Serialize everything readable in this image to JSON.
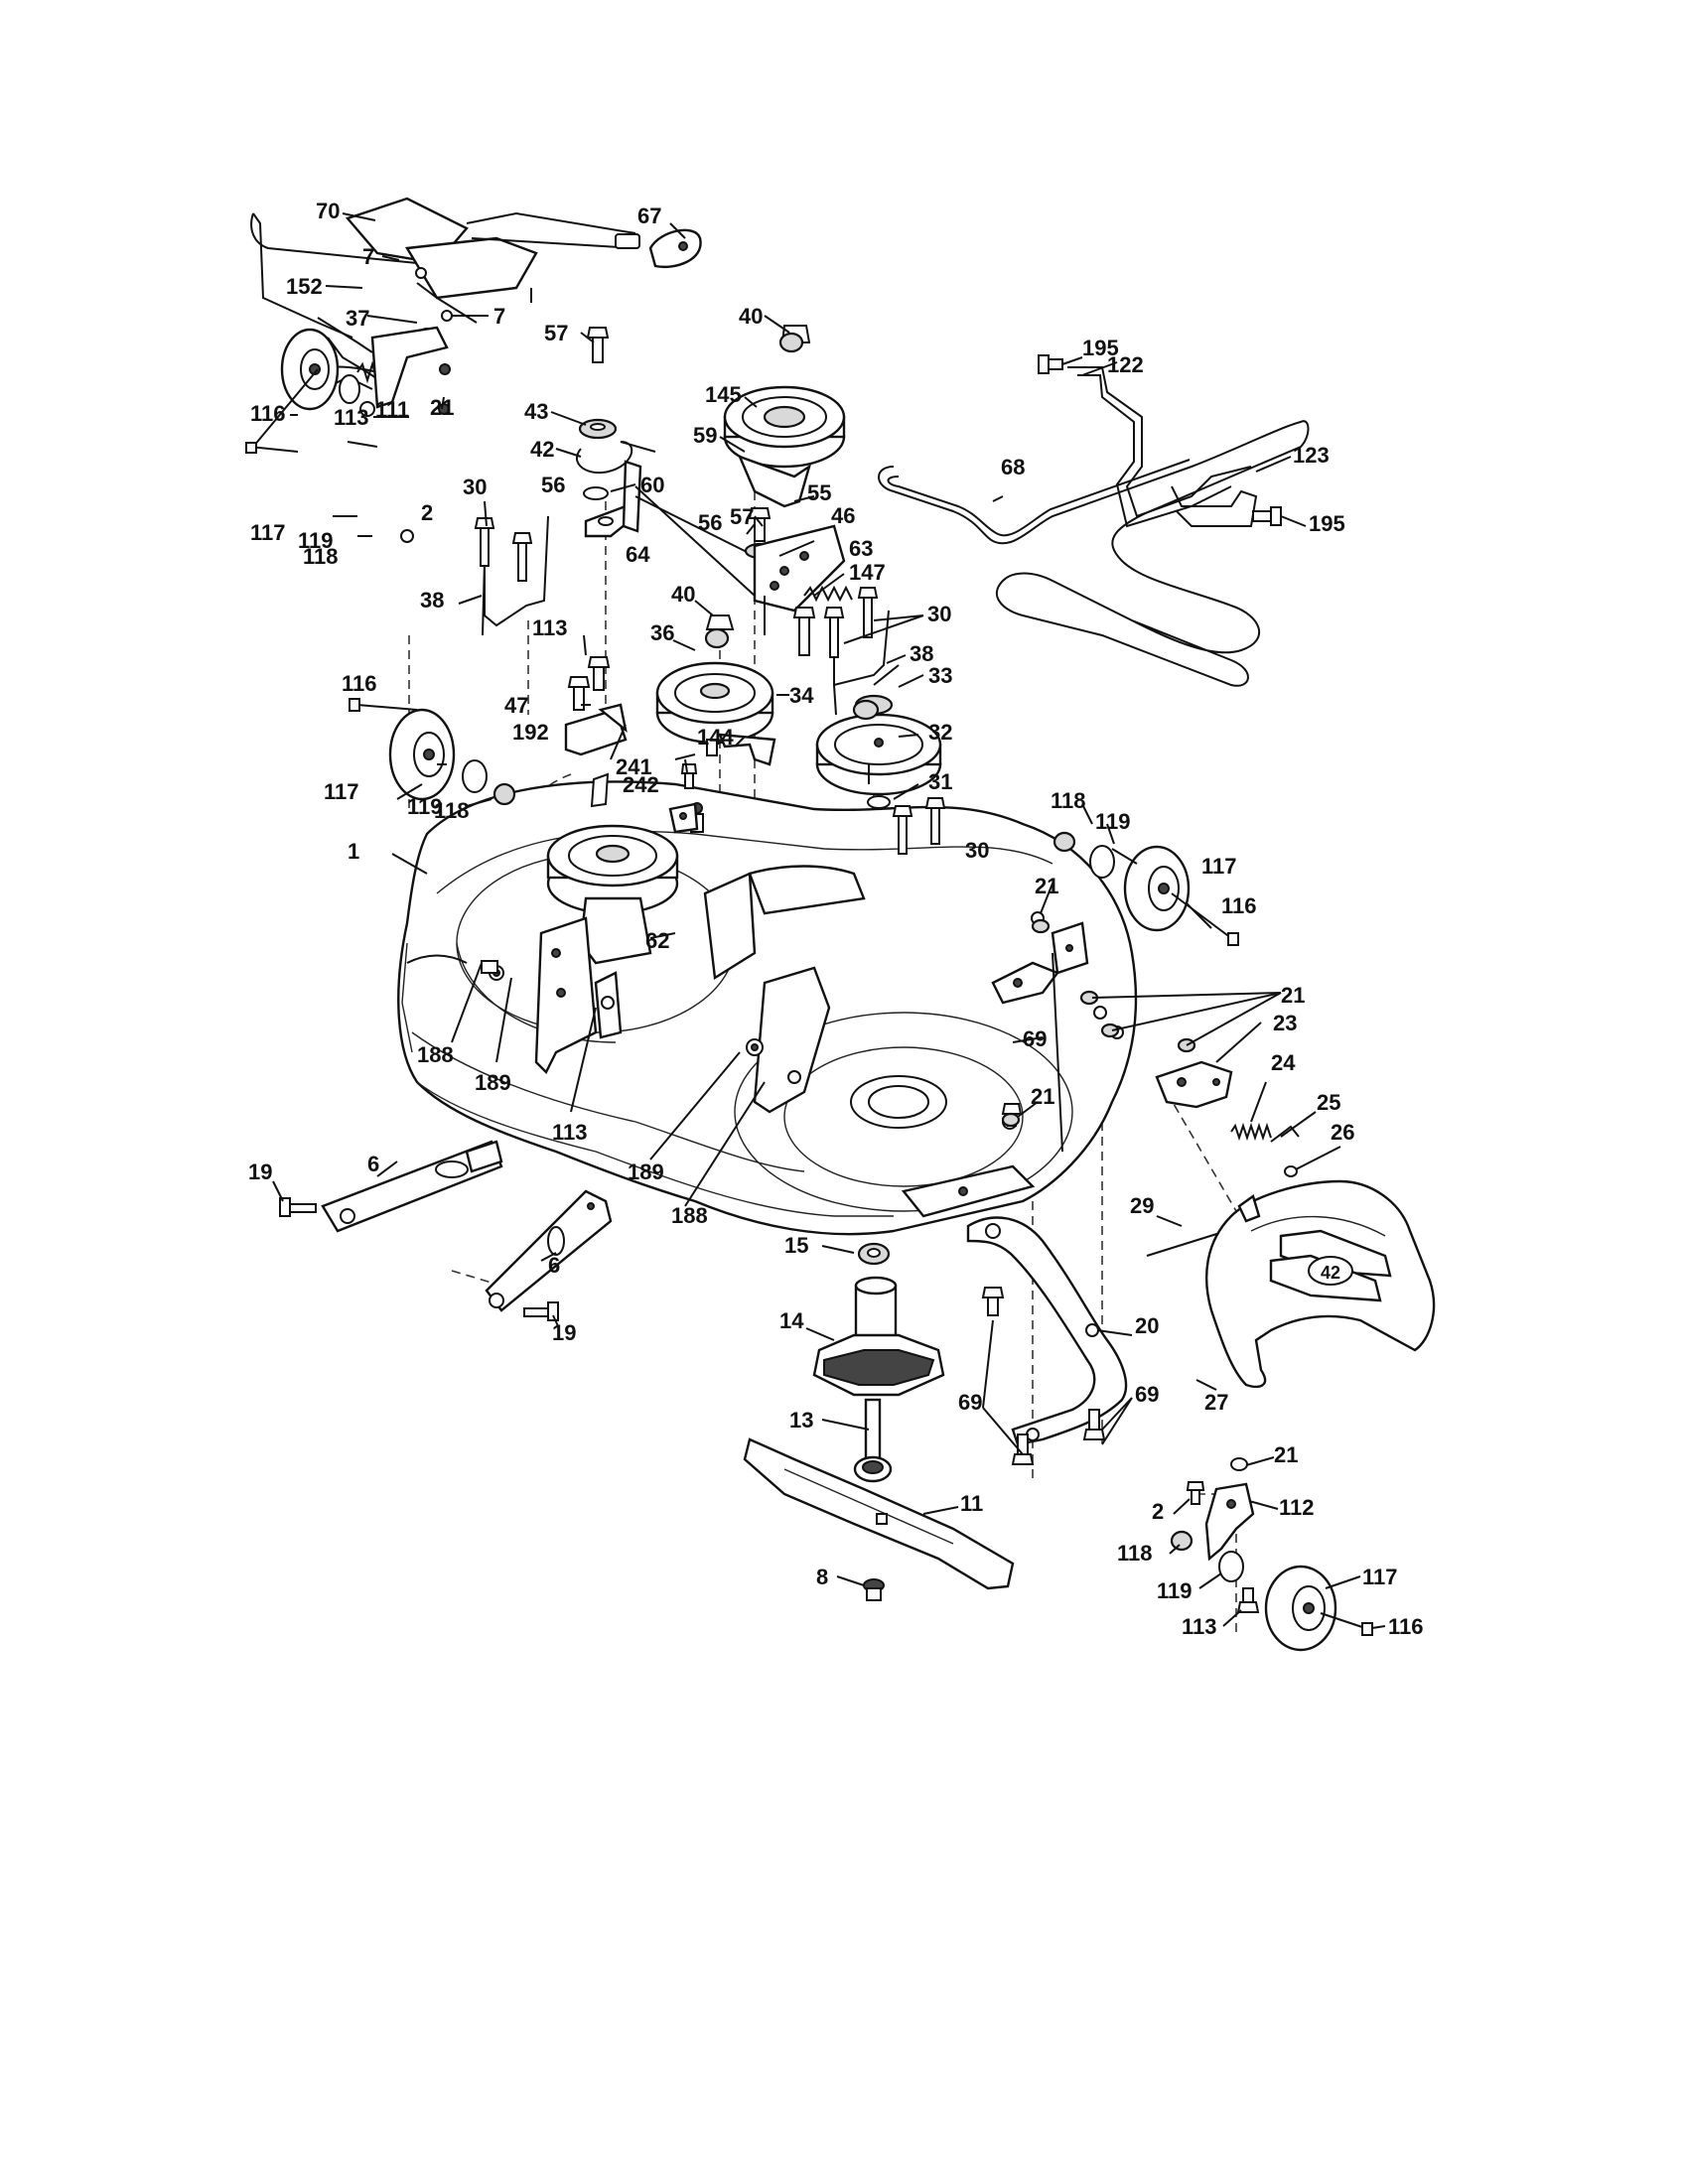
{
  "diagram": {
    "deck_logo": "42",
    "callouts": [
      {
        "id": "c70",
        "text": "70"
      },
      {
        "id": "c67",
        "text": "67"
      },
      {
        "id": "c7a",
        "text": "7"
      },
      {
        "id": "c152",
        "text": "152"
      },
      {
        "id": "c37",
        "text": "37"
      },
      {
        "id": "c7b",
        "text": "7"
      },
      {
        "id": "c57a",
        "text": "57"
      },
      {
        "id": "c40a",
        "text": "40"
      },
      {
        "id": "c195a",
        "text": "195"
      },
      {
        "id": "c122",
        "text": "122"
      },
      {
        "id": "c43",
        "text": "43"
      },
      {
        "id": "c145",
        "text": "145"
      },
      {
        "id": "c21a",
        "text": "21"
      },
      {
        "id": "c113a",
        "text": "113"
      },
      {
        "id": "c111",
        "text": "111"
      },
      {
        "id": "c116a",
        "text": "116"
      },
      {
        "id": "c42",
        "text": "42"
      },
      {
        "id": "c59",
        "text": "59"
      },
      {
        "id": "c123",
        "text": "123"
      },
      {
        "id": "c60",
        "text": "60"
      },
      {
        "id": "c56a",
        "text": "56"
      },
      {
        "id": "c68",
        "text": "68"
      },
      {
        "id": "c55",
        "text": "55"
      },
      {
        "id": "c195b",
        "text": "195"
      },
      {
        "id": "c30a",
        "text": "30"
      },
      {
        "id": "c57b",
        "text": "57"
      },
      {
        "id": "c2a",
        "text": "2"
      },
      {
        "id": "c117a",
        "text": "117"
      },
      {
        "id": "c119a",
        "text": "119"
      },
      {
        "id": "c46",
        "text": "46"
      },
      {
        "id": "c56b",
        "text": "56"
      },
      {
        "id": "c118a",
        "text": "118"
      },
      {
        "id": "c64",
        "text": "64"
      },
      {
        "id": "c63",
        "text": "63"
      },
      {
        "id": "c147",
        "text": "147"
      },
      {
        "id": "c38a",
        "text": "38"
      },
      {
        "id": "c40b",
        "text": "40"
      },
      {
        "id": "c30b",
        "text": "30"
      },
      {
        "id": "c113b",
        "text": "113"
      },
      {
        "id": "c36",
        "text": "36"
      },
      {
        "id": "c38b",
        "text": "38"
      },
      {
        "id": "c116b",
        "text": "116"
      },
      {
        "id": "c33",
        "text": "33"
      },
      {
        "id": "c34",
        "text": "34"
      },
      {
        "id": "c47",
        "text": "47"
      },
      {
        "id": "c192",
        "text": "192"
      },
      {
        "id": "c144",
        "text": "144"
      },
      {
        "id": "c32",
        "text": "32"
      },
      {
        "id": "c241",
        "text": "241"
      },
      {
        "id": "c117b",
        "text": "117"
      },
      {
        "id": "c242",
        "text": "242"
      },
      {
        "id": "c31",
        "text": "31"
      },
      {
        "id": "c119b",
        "text": "119"
      },
      {
        "id": "c118b",
        "text": "118"
      },
      {
        "id": "c118c",
        "text": "118"
      },
      {
        "id": "c30c",
        "text": "30"
      },
      {
        "id": "c119c",
        "text": "119"
      },
      {
        "id": "c1",
        "text": "1"
      },
      {
        "id": "c117c",
        "text": "117"
      },
      {
        "id": "c21b",
        "text": "21"
      },
      {
        "id": "c116c",
        "text": "116"
      },
      {
        "id": "c62",
        "text": "62"
      },
      {
        "id": "c21c",
        "text": "21"
      },
      {
        "id": "c23",
        "text": "23"
      },
      {
        "id": "c69a",
        "text": "69"
      },
      {
        "id": "c188a",
        "text": "188"
      },
      {
        "id": "c24",
        "text": "24"
      },
      {
        "id": "c189a",
        "text": "189"
      },
      {
        "id": "c21d",
        "text": "21"
      },
      {
        "id": "c25",
        "text": "25"
      },
      {
        "id": "c113c",
        "text": "113"
      },
      {
        "id": "c26",
        "text": "26"
      },
      {
        "id": "c6a",
        "text": "6"
      },
      {
        "id": "c189b",
        "text": "189"
      },
      {
        "id": "c19a",
        "text": "19"
      },
      {
        "id": "c188b",
        "text": "188"
      },
      {
        "id": "c29",
        "text": "29"
      },
      {
        "id": "c15",
        "text": "15"
      },
      {
        "id": "c6b",
        "text": "6"
      },
      {
        "id": "c19b",
        "text": "19"
      },
      {
        "id": "c14",
        "text": "14"
      },
      {
        "id": "c20",
        "text": "20"
      },
      {
        "id": "c69b",
        "text": "69"
      },
      {
        "id": "c69c",
        "text": "69"
      },
      {
        "id": "c27",
        "text": "27"
      },
      {
        "id": "c13",
        "text": "13"
      },
      {
        "id": "c21e",
        "text": "21"
      },
      {
        "id": "c11",
        "text": "11"
      },
      {
        "id": "c112",
        "text": "112"
      },
      {
        "id": "c2b",
        "text": "2"
      },
      {
        "id": "c118d",
        "text": "118"
      },
      {
        "id": "c117d",
        "text": "117"
      },
      {
        "id": "c119d",
        "text": "119"
      },
      {
        "id": "c8",
        "text": "8"
      },
      {
        "id": "c113d",
        "text": "113"
      },
      {
        "id": "c116d",
        "text": "116"
      }
    ]
  }
}
